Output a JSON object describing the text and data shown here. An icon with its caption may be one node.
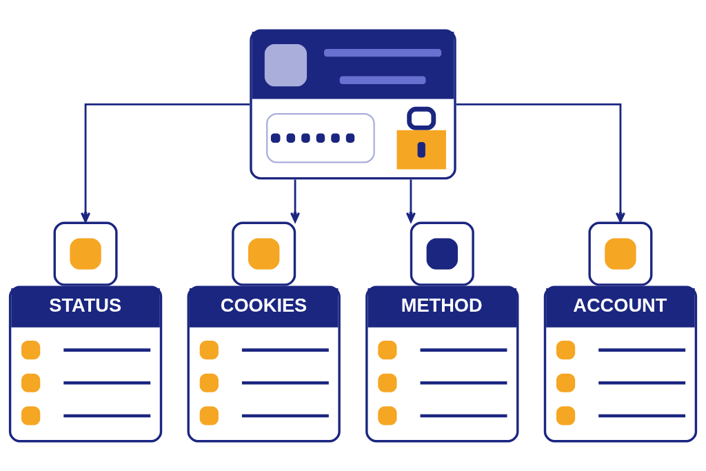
{
  "diagram": {
    "nodes": [
      {
        "text": [],
        "shape": "picture"
      },
      {
        "text": [
          "STATUS"
        ]
      },
      {
        "text": [
          "COOKIES"
        ]
      },
      {
        "text": [
          "METHOD"
        ]
      },
      {
        "text": [
          "ACCOUNT"
        ]
      }
    ],
    "edges": [
      {
        "from": 0,
        "to": 1,
        "arrow": "to"
      },
      {
        "from": 0,
        "to": 2,
        "arrow": "to"
      },
      {
        "from": 0,
        "to": 3,
        "arrow": "to"
      },
      {
        "from": 0,
        "to": 4,
        "arrow": "to"
      }
    ]
  }
}
